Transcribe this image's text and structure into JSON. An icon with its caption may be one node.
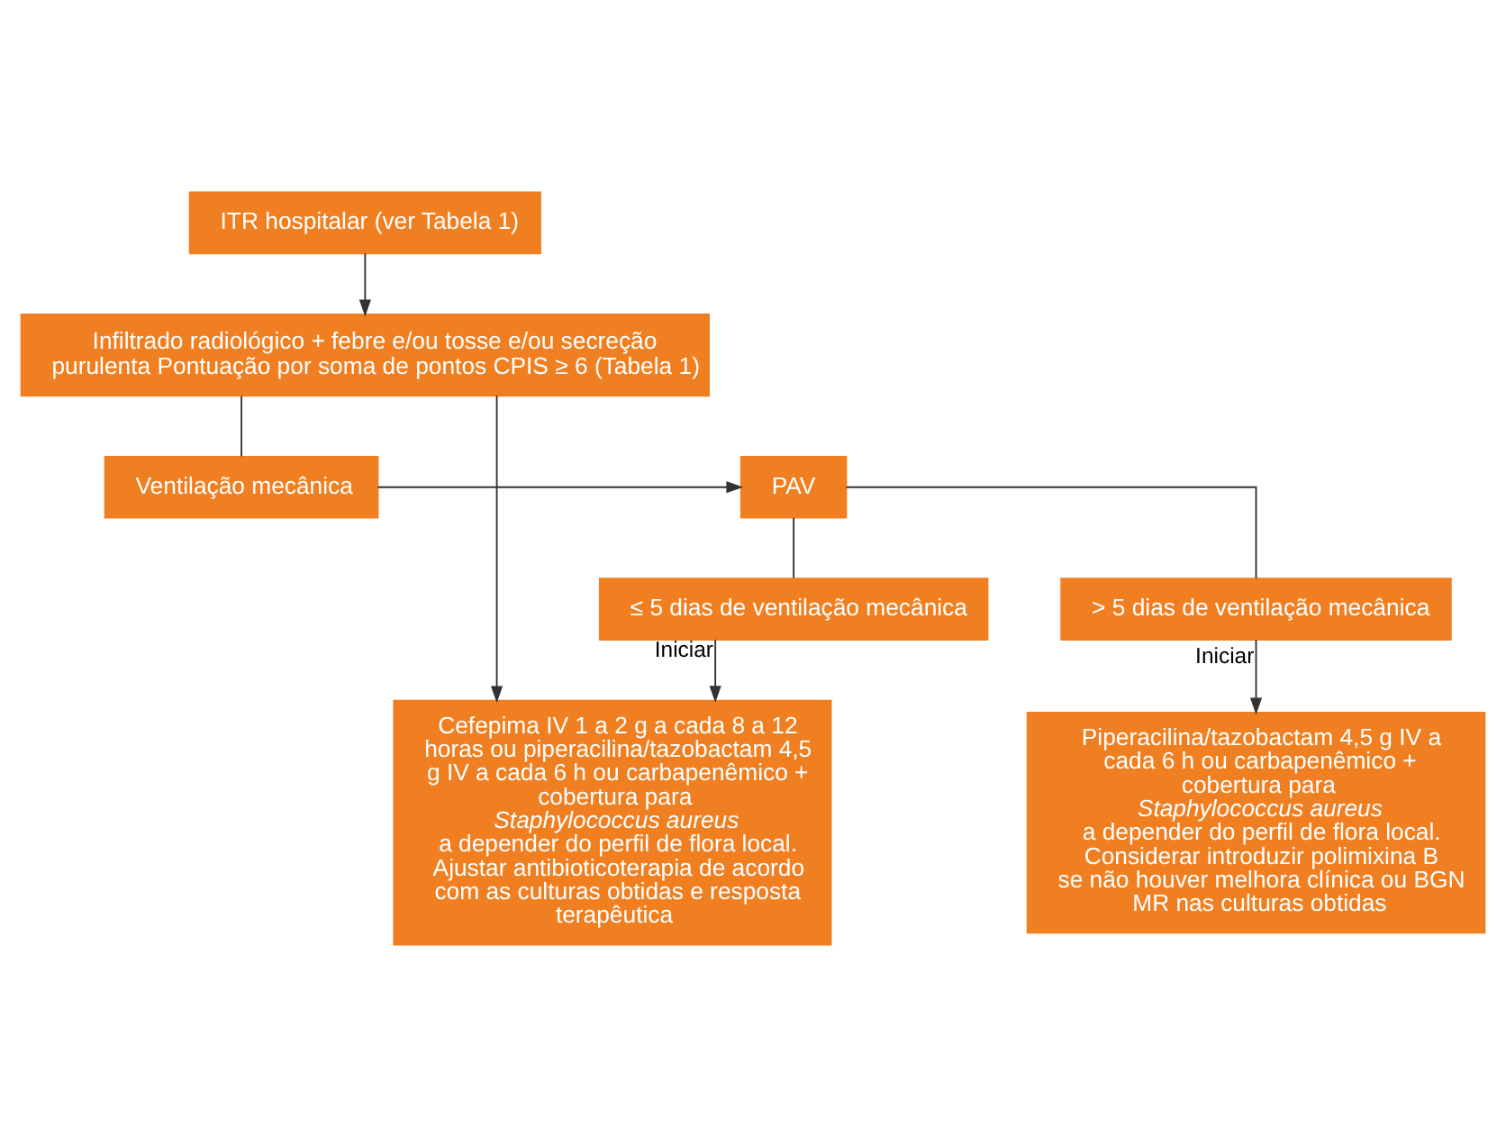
{
  "diagram": {
    "nodes": [
      {
        "text": [
          "ITR hospitalar (ver Tabela 1)"
        ]
      },
      {
        "text": [
          "Infiltrado radiológico + febre e/ou tosse e/ou secreção purulenta Pontuação por soma de pontos CPIS ≥ 6 (Tabela 1)"
        ]
      },
      {
        "text": [
          "Ventilação mecânica"
        ]
      },
      {
        "text": [
          "PAV"
        ]
      },
      {
        "text": [
          "≤ 5 dias de ventilação mecânica"
        ]
      },
      {
        "text": [
          "> 5 dias de ventilação mecânica"
        ]
      },
      {
        "text": [
          "Cefepima IV 1 a 2 g a cada 8 a 12 horas ou piperacilina/tazobactam 4,5 g IV a cada 6 h ou carbapenêmico + cobertura para *Staphylococcus aureus* a depender do perfil de flora local. Ajustar antibioticoterapia de acordo com as culturas obtidas e resposta terapêutica"
        ]
      },
      {
        "text": [
          "Piperacilina/tazobactam 4,5 g IV a cada 6 h ou carbapenêmico + cobertura para *Staphylococcus aureus* a depender do perfil de flora local. Considerar introduzir polimixina B se não houver melhora clínica ou BGN MR nas culturas obtidas"
        ]
      }
    ],
    "edges": [
      {
        "from": 0,
        "to": 1,
        "arrow": "to"
      },
      {
        "from": 1,
        "to": 2,
        "arrow": "none"
      },
      {
        "from": 1,
        "to": 6,
        "arrow": "to"
      },
      {
        "from": 2,
        "to": 3,
        "arrow": "to"
      },
      {
        "from": 3,
        "to": 4,
        "arrow": "none"
      },
      {
        "from": 3,
        "to": 5,
        "arrow": "none"
      },
      {
        "from": 4,
        "to": 6,
        "arrow": "to",
        "label": "Iniciar"
      },
      {
        "from": 5,
        "to": 7,
        "arrow": "to",
        "label": "Iniciar"
      }
    ]
  }
}
